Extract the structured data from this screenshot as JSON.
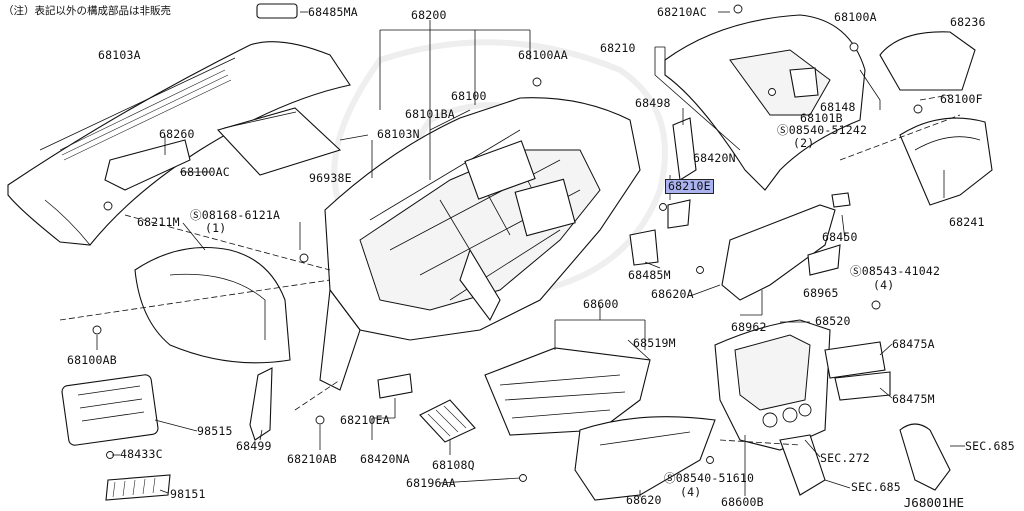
{
  "diagram": {
    "note": "（注）表記以外の構成部品は非販売",
    "code": "J68001HE",
    "highlighted_part": "68210E",
    "parts": {
      "p68485MA": "68485MA",
      "p68200": "68200",
      "p68210AC": "68210AC",
      "p68100A": "68100A",
      "p68236": "68236",
      "p68103A": "68103A",
      "p68100AA": "68100AA",
      "p68210": "68210",
      "p68100": "68100",
      "p68148": "68148",
      "p68101B": "68101B",
      "p68100F": "68100F",
      "p68101BA": "68101BA",
      "p68498": "68498",
      "p68260": "68260",
      "p68103N": "68103N",
      "s08540_51242": "08540-51242",
      "s08540_51242_q": "(2)",
      "p68420N": "68420N",
      "p68100AC": "68100AC",
      "p96938E": "96938E",
      "p68210E": "68210E",
      "p68241": "68241",
      "p68211M": "68211M",
      "s08168_6121A": "08168-6121A",
      "s08168_6121A_q": "(1)",
      "p68450": "68450",
      "p68485M": "68485M",
      "s08543_41042": "08543-41042",
      "s08543_41042_q": "(4)",
      "p68620A": "68620A",
      "p68965": "68965",
      "p68600": "68600",
      "p68962": "68962",
      "p68520": "68520",
      "p68100AB": "68100AB",
      "p68519M": "68519M",
      "p68475A": "68475A",
      "p68475M": "68475M",
      "p98515": "98515",
      "p68210EA": "68210EA",
      "sec685a": "SEC.685",
      "p48433C": "48433C",
      "p68499": "68499",
      "p68210AB": "68210AB",
      "p68420NA": "68420NA",
      "p68108Q": "68108Q",
      "sec272": "SEC.272",
      "s08540_51610": "08540-51610",
      "s08540_51610_q": "(4)",
      "p98151": "98151",
      "p68196AA": "68196AA",
      "p68620": "68620",
      "p68600B": "68600B",
      "sec685b": "SEC.685"
    }
  }
}
